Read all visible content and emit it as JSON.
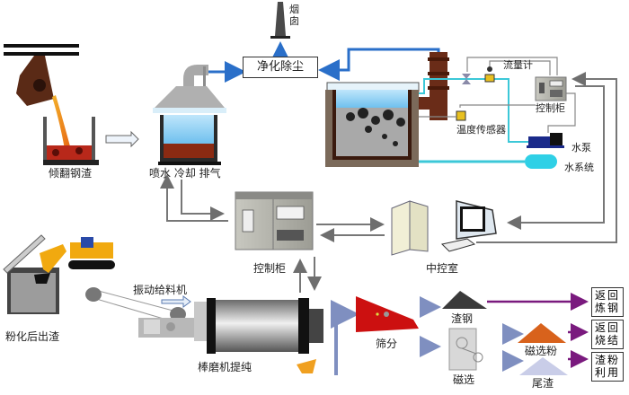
{
  "title": "钢渣处理工艺流程",
  "nodes": {
    "tilting_slag": "倾翻钢渣",
    "spray_cool_exhaust": "喷水 冷却 排气",
    "purify_dust": "净化除尘",
    "chimney": "烟囱",
    "flow_meter": "流量计",
    "control_cabinet_top": "控制柜",
    "temp_sensor": "温度传感器",
    "water_pump": "水泵",
    "water_system": "水系统",
    "control_cabinet_mid": "控制柜",
    "central_control_room": "中控室",
    "pulverized_slag_out": "粉化后出渣",
    "vibrating_feeder": "振动给料机",
    "rod_mill": "棒磨机提纯",
    "screening": "筛分",
    "slag_steel": "渣钢",
    "magnetic_separation": "磁选",
    "magnetic_powder": "磁选粉",
    "tailings": "尾渣"
  },
  "outputs": {
    "return_steelmaking": [
      "返回",
      "炼钢"
    ],
    "return_sintering": [
      "返回",
      "烧结"
    ],
    "slag_powder_use": [
      "渣粉",
      "利用"
    ]
  },
  "colors": {
    "gas_line": "#2a6fc9",
    "water_line": "#3cc8d8",
    "signal_line": "#777777",
    "output_arrow": "#7a1a7e",
    "flow_arrow": "#7f8fc0",
    "screen_red": "#cc1010",
    "magnetic_powder": "#d8621c",
    "tailings": "#c9cde8"
  }
}
